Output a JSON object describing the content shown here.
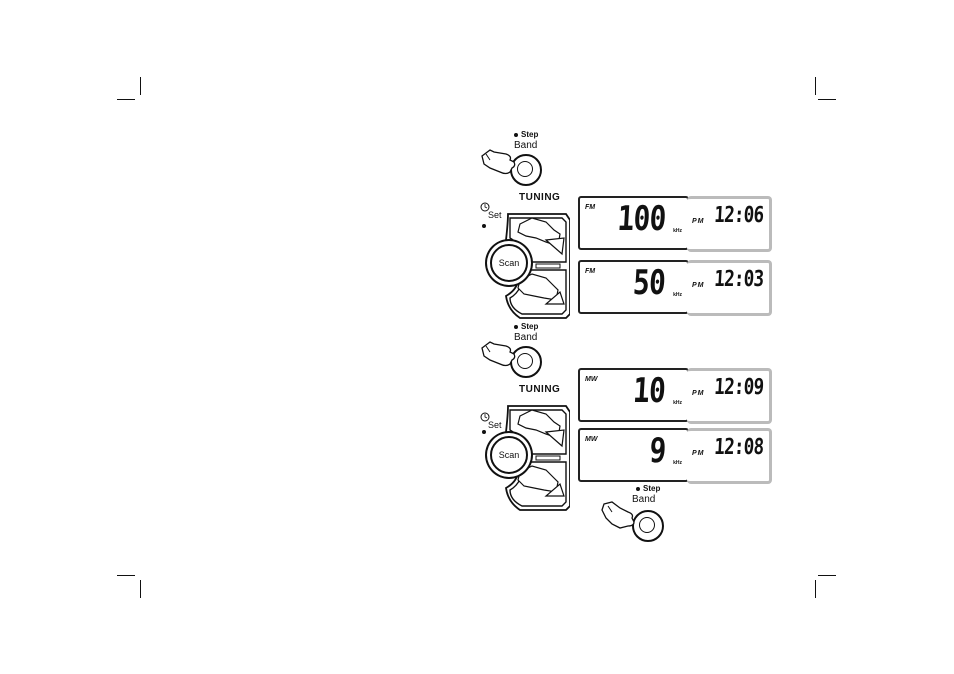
{
  "labels": {
    "step": "Step",
    "band": "Band",
    "tuning": "TUNING",
    "set": "Set",
    "scan": "Scan",
    "khz": "kHz"
  },
  "displays": [
    {
      "band": "FM",
      "freq": "100",
      "ampm": "PM",
      "time": "12:06"
    },
    {
      "band": "FM",
      "freq": "50",
      "ampm": "PM",
      "time": "12:03"
    },
    {
      "band": "MW",
      "freq": "10",
      "ampm": "PM",
      "time": "12:09"
    },
    {
      "band": "MW",
      "freq": "9",
      "ampm": "PM",
      "time": "12:08"
    }
  ],
  "colors": {
    "ink": "#111111",
    "lcd_border_right": "#bbbbbb"
  },
  "icons": [
    "hand-press-icon",
    "tuning-up-arrow-icon",
    "tuning-down-arrow-icon",
    "clock-icon"
  ]
}
